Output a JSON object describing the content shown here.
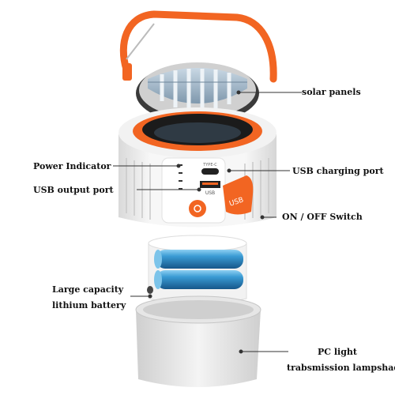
{
  "labels": {
    "solar_panels": "solar panels",
    "power_indicator": "Power Indicator",
    "usb_charging_port": "USB charging port",
    "usb_output_port": "USB output port",
    "on_off_switch": "ON / OFF Switch",
    "large_capacity": "Large capacity",
    "lithium_battery": "lithium battery",
    "pc_light": "PC light",
    "lampshade": "trabsmission lampshade"
  },
  "port_marks": {
    "type_c": "TYPE-C",
    "usb": "USB",
    "plug": "USB"
  },
  "colors": {
    "accent_orange": "#f26522",
    "body_white": "#f4f4f4",
    "battery_blue": "#2f8fc8",
    "panel_blue": "#9fb6c8"
  }
}
